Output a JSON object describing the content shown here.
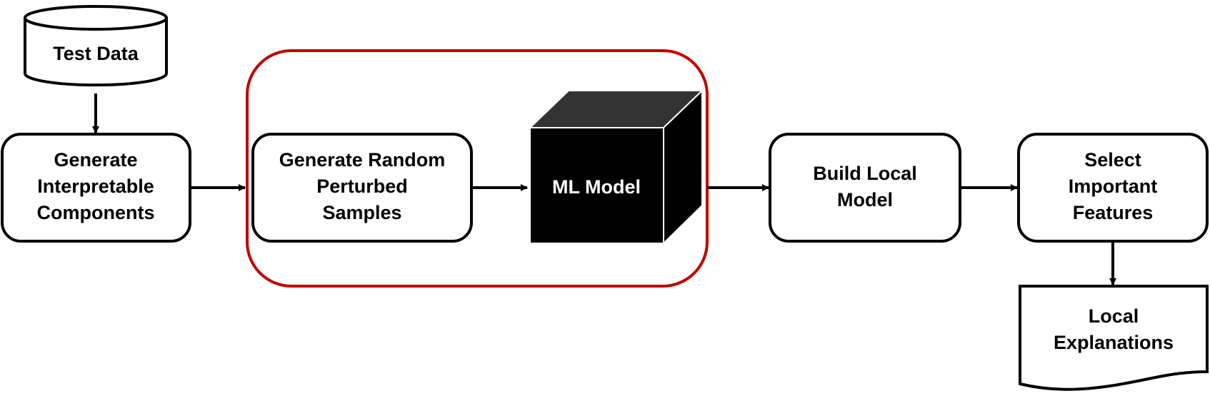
{
  "colors": {
    "stroke": "#000000",
    "highlight": "#c00000",
    "cube_front": "#000000",
    "cube_side": "#333333"
  },
  "nodes": {
    "test_data": {
      "lines": [
        "Test Data"
      ],
      "shape": "cylinder"
    },
    "generate_components": {
      "lines": [
        "Generate",
        "Interpretable",
        "Components"
      ],
      "shape": "rounded-rect"
    },
    "generate_samples": {
      "lines": [
        "Generate Random",
        "Perturbed",
        "Samples"
      ],
      "shape": "rounded-rect"
    },
    "ml_model": {
      "lines": [
        "ML Model"
      ],
      "shape": "black-box-cube"
    },
    "build_model": {
      "lines": [
        "Build Local",
        "Model"
      ],
      "shape": "rounded-rect"
    },
    "select_features": {
      "lines": [
        "Select",
        "Important",
        "Features"
      ],
      "shape": "rounded-rect"
    },
    "explanations": {
      "lines": [
        "Local",
        "Explanations"
      ],
      "shape": "document"
    }
  },
  "edges": [
    {
      "from": "test_data",
      "to": "generate_components"
    },
    {
      "from": "generate_components",
      "to": "generate_samples"
    },
    {
      "from": "generate_samples",
      "to": "ml_model"
    },
    {
      "from": "ml_model",
      "to": "build_model"
    },
    {
      "from": "build_model",
      "to": "select_features"
    },
    {
      "from": "select_features",
      "to": "explanations"
    }
  ],
  "groups": [
    {
      "id": "perturbation_group",
      "members": [
        "generate_samples",
        "ml_model"
      ],
      "style": "red-rounded-outline"
    }
  ]
}
